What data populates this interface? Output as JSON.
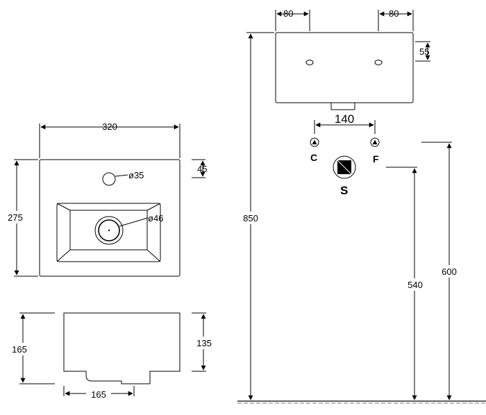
{
  "top_view": {
    "width_label": "320",
    "height_label": "275",
    "tap_hole_label": "ø35",
    "tap_offset_label": "45",
    "drain_label": "ø46"
  },
  "side_view": {
    "height_label": "165",
    "inner_height_label": "135",
    "base_width_label": "165"
  },
  "wall_view": {
    "left_offset_label": "80",
    "right_offset_label": "80",
    "bracket_height_label": "55",
    "spacing_label": "140",
    "cold_label": "C",
    "hot_label": "F",
    "waste_label": "S",
    "total_height_label": "850",
    "waste_height_label": "540",
    "supply_height_label": "600"
  }
}
